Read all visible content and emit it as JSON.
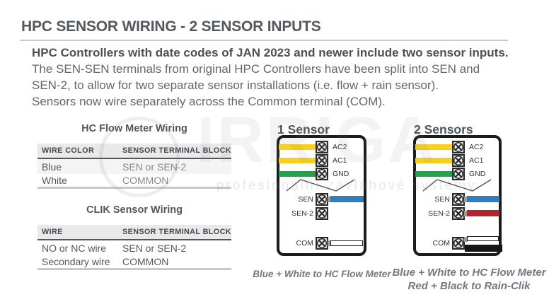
{
  "document": {
    "title": "HPC SENSOR WIRING - 2 SENSOR INPUTS",
    "intro": {
      "bold_line": "HPC Controllers with date codes of JAN 2023 and newer include two sensor inputs.",
      "lines": [
        "The SEN-SEN terminals from original HPC Controllers have been split into SEN and",
        "SEN-2, to allow for two separate sensor installations (i.e. flow + rain sensor).",
        "Sensors now wire separately across the Common terminal (COM)."
      ]
    }
  },
  "tables": [
    {
      "title": "HC Flow Meter Wiring",
      "headers": [
        "WIRE COLOR",
        "SENSOR TERMINAL BLOCK"
      ],
      "rows": [
        [
          "Blue",
          "SEN or SEN-2"
        ],
        [
          "White",
          "COMMON"
        ]
      ]
    },
    {
      "title": "CLIK Sensor Wiring",
      "headers": [
        "WIRE",
        "SENSOR TERMINAL BLOCK"
      ],
      "rows": [
        [
          "NO or NC wire",
          "SEN or SEN-2"
        ],
        [
          "Secondary wire",
          "COMMON"
        ]
      ]
    }
  ],
  "diagrams": [
    {
      "title": "1 Sensor",
      "terminals": [
        "AC2",
        "AC1",
        "GND",
        "SEN",
        "SEN-2",
        "COM"
      ],
      "wires": [
        {
          "terminal": "AC2",
          "wire": "yellow"
        },
        {
          "terminal": "AC1",
          "wire": "yellow"
        },
        {
          "terminal": "GND",
          "wire": "green"
        },
        {
          "terminal": "SEN",
          "wire": "blue"
        },
        {
          "terminal": "SEN-2",
          "wire": "none"
        },
        {
          "terminal": "COM",
          "wire": "white"
        }
      ],
      "caption": [
        "Blue + White to HC Flow Meter"
      ]
    },
    {
      "title": "2 Sensors",
      "terminals": [
        "AC2",
        "AC1",
        "GND",
        "SEN",
        "SEN-2",
        "COM"
      ],
      "wires": [
        {
          "terminal": "AC2",
          "wire": "yellow"
        },
        {
          "terminal": "AC1",
          "wire": "yellow"
        },
        {
          "terminal": "GND",
          "wire": "green"
        },
        {
          "terminal": "SEN",
          "wire": "blue"
        },
        {
          "terminal": "SEN-2",
          "wire": "red"
        },
        {
          "terminal": "COM",
          "wire": "white + black"
        }
      ],
      "caption": [
        "Blue + White to HC Flow Meter",
        "Red + Black to Rain-Clik"
      ]
    }
  ],
  "watermark": {
    "brand": "IRRIGA",
    "registered_mark": "®",
    "tagline": "profesionální závlahové systémy"
  },
  "colors": {
    "yellow_wire": "#F8D01E",
    "green_wire": "#27A04C",
    "blue_wire": "#2E7FC1",
    "red_wire": "#B3242C",
    "black_wire": "#161616",
    "white_wire": "#FFFFFF",
    "heading_text": "#54585F",
    "body_text": "#63666C"
  }
}
